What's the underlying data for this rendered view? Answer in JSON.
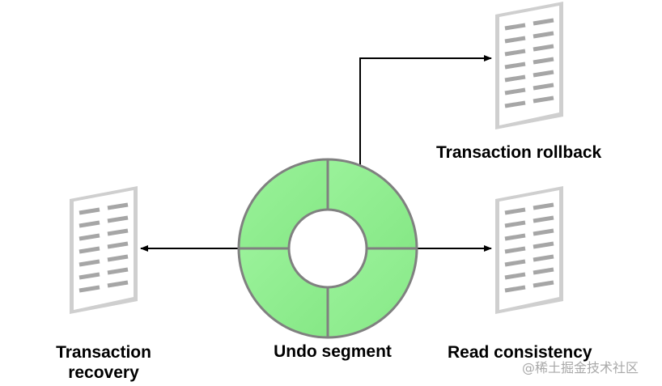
{
  "diagram": {
    "center": {
      "label": "Undo segment",
      "fill": "#90EE90",
      "stroke": "#808080"
    },
    "outputs": [
      {
        "key": "rollback",
        "label": "Transaction rollback",
        "direction": "up-right"
      },
      {
        "key": "consistency",
        "label": "Read consistency",
        "direction": "right"
      },
      {
        "key": "recovery",
        "label": "Transaction recovery",
        "direction": "left"
      }
    ],
    "document_color": "#A0A0A0"
  },
  "watermark": "@稀土掘金技术社区"
}
